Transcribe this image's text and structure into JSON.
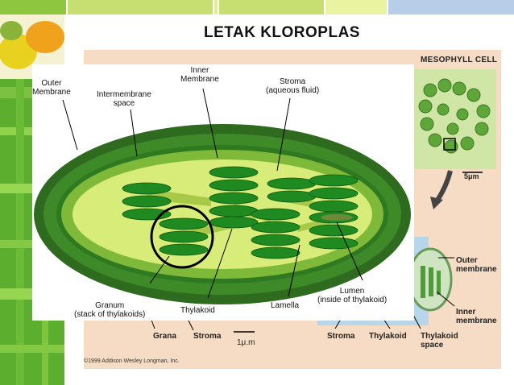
{
  "slide": {
    "title": "LETAK KLOROPLAS"
  },
  "textbook_figure": {
    "mesophyll_label": "MESOPHYLL CELL",
    "scale_top": "5μm",
    "scale_bottom": "1μ.m",
    "outer_membrane": "Outer\nmembrane",
    "inner_membrane": "Inner\nmembrane",
    "grana": "Grana",
    "stroma": "Stroma",
    "stroma_2": "Stroma",
    "thylakoid": "Thylakoid",
    "thylakoid_space": "Thylakoid\nspace",
    "copyright": "©1999 Addison Wesley Longman, Inc."
  },
  "diagram": {
    "labels": {
      "outer_membrane": "Outer\nMembrane",
      "intermembrane_space": "Intermembrane\nspace",
      "inner_membrane": "Inner\nMembrane",
      "stroma": "Stroma\n(aqueous fluid)",
      "granum": "Granum\n(stack of thylakoids)",
      "thylakoid": "Thylakoid",
      "lamella": "Lamella",
      "lumen": "Lumen\n(inside of thylakoid)"
    },
    "colors": {
      "outer": "#2e6b1f",
      "intermembrane": "#3e8a28",
      "inner": "#7fb93a",
      "stroma": "#d8ec7a",
      "thylakoid": "#1f8a1f",
      "lamella": "#a8c948"
    }
  }
}
